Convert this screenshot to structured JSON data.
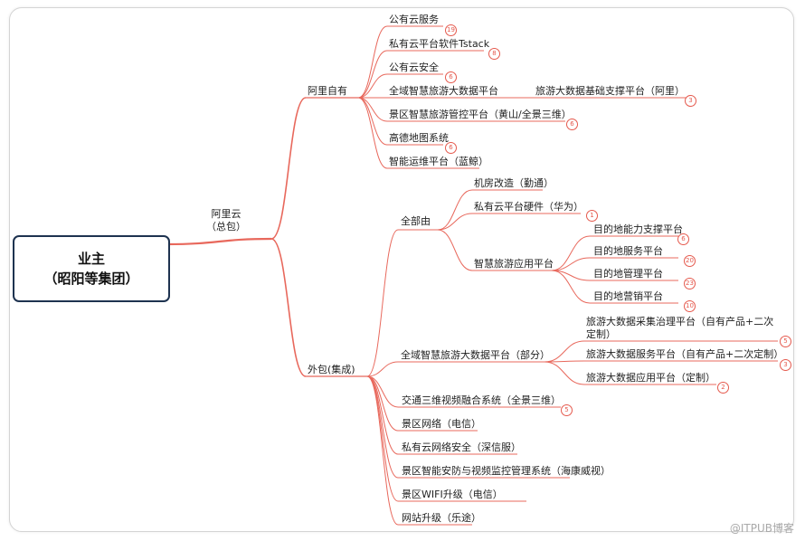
{
  "root": {
    "line1": "业主",
    "line2": "（昭阳等集团）"
  },
  "main": {
    "line1": "阿里云",
    "line2": "（总包）"
  },
  "self": {
    "label": "阿里自有",
    "items": [
      {
        "label": "公有云服务",
        "badge": "19"
      },
      {
        "label": "私有云平台软件Tstack",
        "badge": "8"
      },
      {
        "label": "公有云安全",
        "badge": "6"
      },
      {
        "label": "全域智慧旅游大数据平台",
        "sub": "旅游大数据基础支撑平台（阿里）",
        "badge": "3"
      },
      {
        "label": "景区智慧旅游管控平台（黄山/全景三维）",
        "badge": "6"
      },
      {
        "label": "高德地图系统",
        "badge": "6"
      },
      {
        "label": "智能运维平台（蓝鲸）",
        "badge": ""
      }
    ]
  },
  "integration": {
    "label": "外包(集成)",
    "hw": {
      "label": "全部由",
      "items": [
        {
          "label": "机房改造（勤通）"
        },
        {
          "label": "私有云平台硬件（华为）"
        },
        {
          "label": "智慧旅游应用平台"
        }
      ],
      "apps": [
        {
          "label": "目的地能力支撑平台",
          "badge": "6"
        },
        {
          "label": "目的地服务平台",
          "badge": "20"
        },
        {
          "label": "目的地管理平台",
          "badge": "23"
        },
        {
          "label": "目的地营销平台",
          "badge": "10"
        }
      ],
      "chip_badge": "1"
    },
    "bigdata": {
      "label": "全域智慧旅游大数据平台（部分）",
      "items": [
        {
          "label": "旅游大数据采集治理平台（自有产品+二次定制）",
          "badge": "5"
        },
        {
          "label": "旅游大数据服务平台（自有产品+二次定制）",
          "badge": "3"
        },
        {
          "label": "旅游大数据应用平台（定制）",
          "badge": "2"
        }
      ]
    },
    "others": [
      {
        "label": "交通三维视频融合系统（全景三维）",
        "badge": "5"
      },
      {
        "label": "景区网络（电信）",
        "badge": ""
      },
      {
        "label": "私有云网络安全（深信服）",
        "badge": ""
      },
      {
        "label": "景区智能安防与视频监控管理系统（海康威视）",
        "badge": ""
      },
      {
        "label": "景区WIFI升级（电信）",
        "badge": ""
      },
      {
        "label": "网站升级（乐途）",
        "badge": ""
      }
    ]
  },
  "watermark": "@ITPUB博客",
  "colors": {
    "link": "#e8685c",
    "root_border": "#1e3350",
    "badge": "#e55a4e"
  }
}
